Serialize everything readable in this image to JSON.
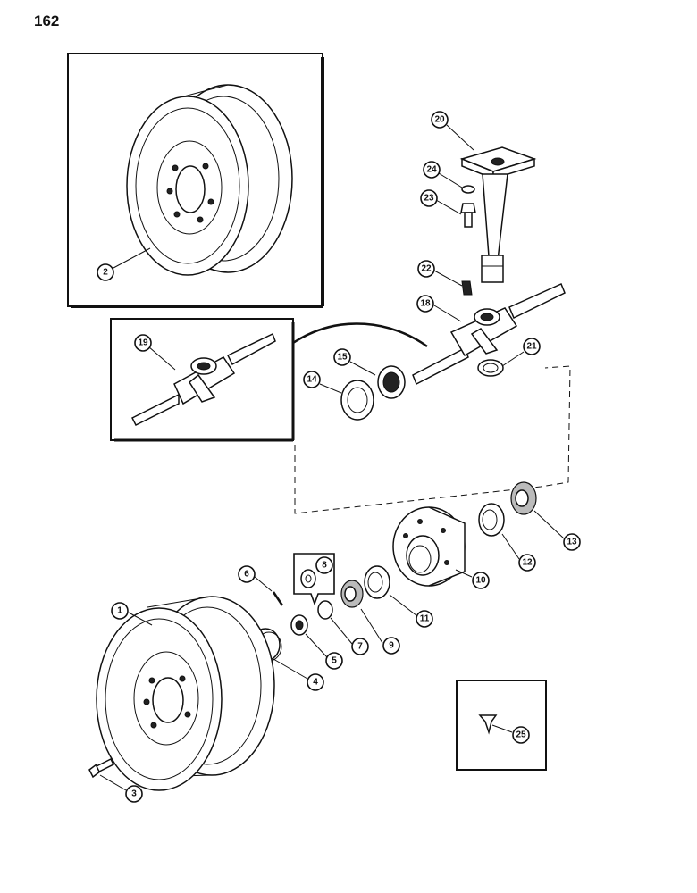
{
  "page_number": "162",
  "callouts": [
    {
      "label": "1"
    },
    {
      "label": "2"
    },
    {
      "label": "3"
    },
    {
      "label": "4"
    },
    {
      "label": "5"
    },
    {
      "label": "6"
    },
    {
      "label": "7"
    },
    {
      "label": "8"
    },
    {
      "label": "9"
    },
    {
      "label": "10"
    },
    {
      "label": "11"
    },
    {
      "label": "12"
    },
    {
      "label": "13"
    },
    {
      "label": "14"
    },
    {
      "label": "15"
    },
    {
      "label": "18"
    },
    {
      "label": "19"
    },
    {
      "label": "20"
    },
    {
      "label": "21"
    },
    {
      "label": "22"
    },
    {
      "label": "23"
    },
    {
      "label": "24"
    },
    {
      "label": "25"
    }
  ]
}
